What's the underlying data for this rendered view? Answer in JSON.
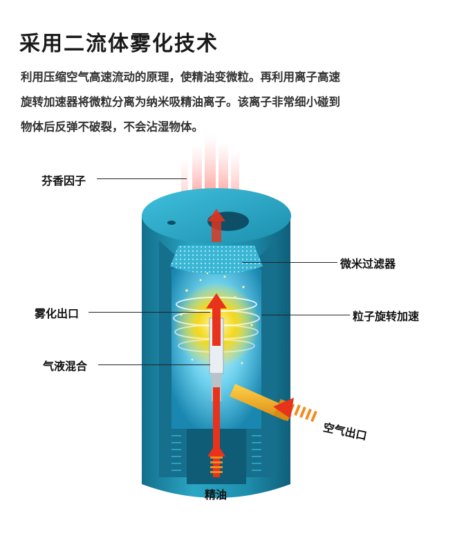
{
  "heading": {
    "title": "采用二流体雾化技术",
    "lines": [
      "利用压缩空气高速流动的原理，使精油变微粒。再利用离子高速",
      "旋转加速器将微粒分离为纳米吸精油离子。该离子非常细小碰到",
      "物体后反弹不破裂，不会沾湿物体。"
    ]
  },
  "diagram": {
    "labels": {
      "fragrance": "芬香因子",
      "filter": "微米过滤器",
      "mist_outlet": "雾化出口",
      "particle_accel": "粒子旋转加速",
      "mixing": "气液混合",
      "air_outlet": "空气出口",
      "oil": "精油"
    },
    "colors": {
      "body_teal": "#1b8fb0",
      "body_light": "#37b3cf",
      "core_yellow": "#f2d21a",
      "arrow_red": "#e8321c",
      "arrow_orange": "#f58a1f"
    }
  }
}
